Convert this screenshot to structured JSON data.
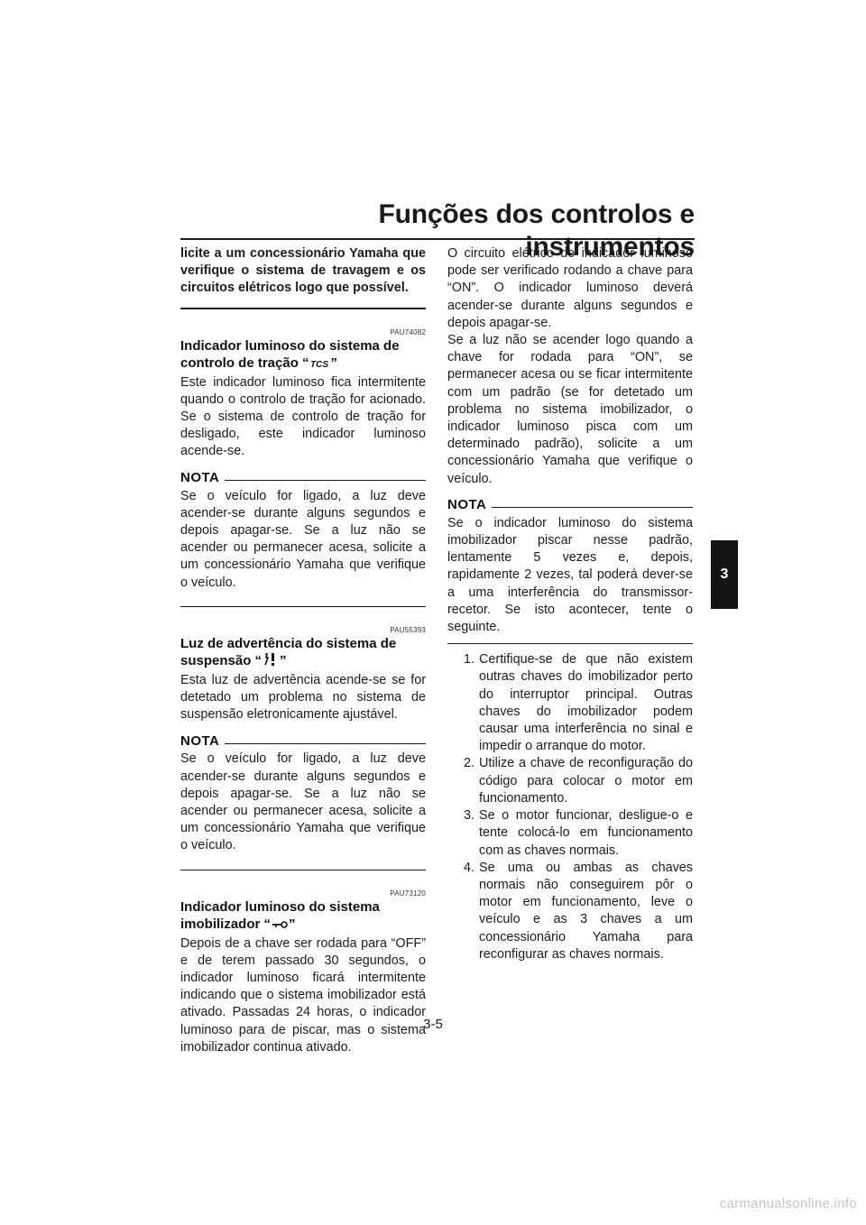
{
  "header": {
    "title": "Funções dos controlos e instrumentos",
    "chapter_tab": "3",
    "page_number": "3-5"
  },
  "watermark": "carmanualsonline.info",
  "left": {
    "intro_bold": "licite a um concessionário Yamaha que verifique o sistema de travagem e os circuitos elétricos logo que possível.",
    "tcs": {
      "code": "PAU74082",
      "heading_before": "Indicador luminoso do sistema de controlo de tração “",
      "icon": "TCS",
      "heading_after": "”",
      "body": "Este indicador luminoso fica intermitente quando o controlo de tração for acionado. Se o sistema de controlo de tração for desligado, este indicador luminoso acende-se.",
      "nota_label": "NOTA",
      "nota_text": "Se o veículo for ligado, a luz deve acender-se durante alguns segundos e depois apagar-se. Se a luz não se acender ou permanecer acesa, solicite a um concessionário Yamaha que verifique o veículo."
    },
    "suspension": {
      "code": "PAU55393",
      "heading_before": "Luz de advertência do sistema de suspensão “",
      "icon": "suspension-warning-icon",
      "heading_after": "”",
      "body": "Esta luz de advertência acende-se se for detetado um problema no sistema de suspensão eletronicamente ajustável.",
      "nota_label": "NOTA",
      "nota_text": "Se o veículo for ligado, a luz deve acender-se durante alguns segundos e depois apagar-se. Se a luz não se acender ou permanecer acesa, solicite a um concessionário Yamaha que verifique o veículo."
    },
    "immobilizer": {
      "code": "PAU73120",
      "heading_before": "Indicador luminoso do sistema imobilizador “",
      "icon": "key-icon",
      "heading_after": "”",
      "body": "Depois de a chave ser rodada para “OFF” e de terem passado 30 segundos, o indicador luminoso ficará intermitente indicando que o sistema imobilizador está ativado. Passadas 24 horas, o indicador luminoso para de piscar, mas o sistema imobilizador continua ativado."
    }
  },
  "right": {
    "para1": "O circuito elétrico do indicador luminoso pode ser verificado rodando a chave para “ON”. O indicador luminoso deverá acender-se durante alguns segundos e depois apagar-se.",
    "para2": "Se a luz não se acender logo quando a chave for rodada para “ON”, se permanecer acesa ou se ficar intermitente com um padrão (se for detetado um problema no sistema imobilizador, o indicador luminoso pisca com um determinado padrão), solicite a um concessionário Yamaha que verifique o veículo.",
    "nota_label": "NOTA",
    "nota_text": "Se o indicador luminoso do sistema imobilizador piscar nesse padrão, lentamente 5 vezes e, depois, rapidamente 2 vezes, tal poderá dever-se a uma interferência do transmissor-recetor. Se isto acontecer, tente o seguinte.",
    "steps": [
      {
        "num": "1.",
        "text": "Certifique-se de que não existem outras chaves do imobilizador perto do interruptor principal. Outras chaves do imobilizador podem causar uma interferência no sinal e impedir o arranque do motor."
      },
      {
        "num": "2.",
        "text": "Utilize a chave de reconfiguração do código para colocar o motor em funcionamento."
      },
      {
        "num": "3.",
        "text": "Se o motor funcionar, desligue-o e tente colocá-lo em funcionamento com as chaves normais."
      },
      {
        "num": "4.",
        "text": "Se uma ou ambas as chaves normais não conseguirem pôr o motor em funcionamento, leve o veículo e as 3 chaves a um concessionário Yamaha para reconfigurar as chaves normais."
      }
    ]
  }
}
